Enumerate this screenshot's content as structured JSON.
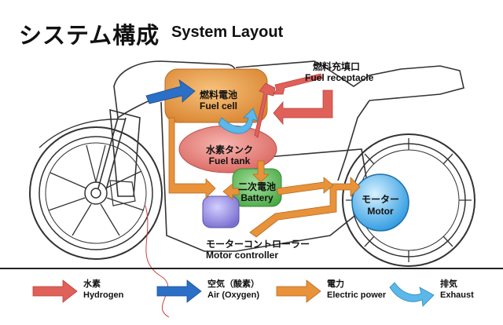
{
  "title": {
    "jp": "システム構成",
    "en": "System Layout"
  },
  "components": {
    "fuel_cell": {
      "jp": "燃料電池",
      "en": "Fuel cell"
    },
    "fuel_tank": {
      "jp": "水素タンク",
      "en": "Fuel tank"
    },
    "fuel_receptacle": {
      "jp": "燃料充填口",
      "en": "Fuel receptacle"
    },
    "battery": {
      "jp": "二次電池",
      "en": "Battery"
    },
    "motor": {
      "jp": "モーター",
      "en": "Motor"
    },
    "motor_controller": {
      "jp": "モーターコントローラー",
      "en": "Motor controller"
    }
  },
  "legend": [
    {
      "jp": "水素",
      "en": "Hydrogen",
      "color": "#e0605a"
    },
    {
      "jp": "空気（酸素）",
      "en": "Air (Oxygen)",
      "color": "#2b6fc6"
    },
    {
      "jp": "電力",
      "en": "Electric power",
      "color": "#e8923a"
    },
    {
      "jp": "排気",
      "en": "Exhaust",
      "color": "#5bb8e8"
    }
  ],
  "colors": {
    "hydrogen": "#e0605a",
    "air": "#2b6fc6",
    "power": "#e8923a",
    "exhaust": "#5bb8e8",
    "fuel_cell_fill": "#e8a050",
    "tank_fill": "#e98a84",
    "battery_fill": "#6fc46a",
    "controller_fill": "#8f86d6",
    "motor_fill": "#3aa4e6"
  }
}
